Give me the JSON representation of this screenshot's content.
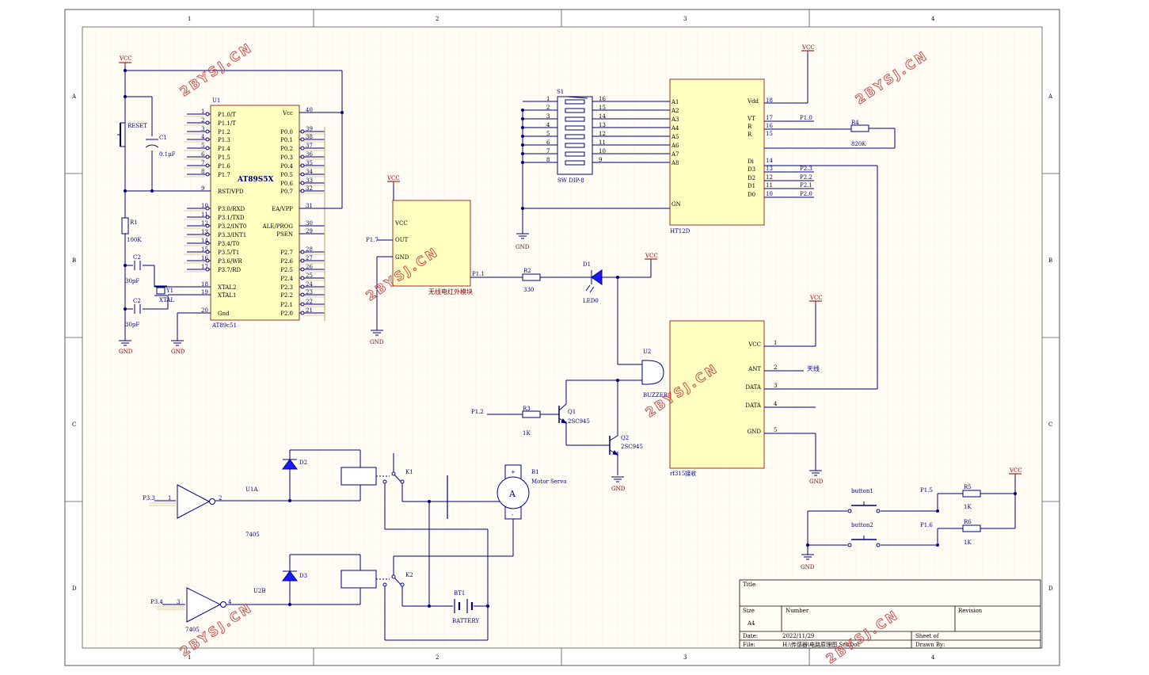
{
  "border": {
    "columns": [
      "1",
      "2",
      "3",
      "4"
    ],
    "rows": [
      "A",
      "B",
      "C",
      "D"
    ]
  },
  "watermark": "2BYSJ.CN",
  "power": {
    "vcc": "VCC",
    "gnd": "GND"
  },
  "mcu": {
    "designator": "U1",
    "name": "AT89S5X",
    "part": "AT89c51",
    "left_pins": [
      {
        "num": "1",
        "name": "P1.0/T"
      },
      {
        "num": "2",
        "name": "P1.1/T"
      },
      {
        "num": "3",
        "name": "P1.2"
      },
      {
        "num": "4",
        "name": "P1.3"
      },
      {
        "num": "5",
        "name": "P1.4"
      },
      {
        "num": "6",
        "name": "P1.5"
      },
      {
        "num": "7",
        "name": "P1.6"
      },
      {
        "num": "8",
        "name": "P1.7"
      },
      {
        "num": "9",
        "name": "RST/VPD"
      },
      {
        "num": "10",
        "name": "P3.0/RXD"
      },
      {
        "num": "11",
        "name": "P3.1/TXD"
      },
      {
        "num": "12",
        "name": "P3.2/INT0"
      },
      {
        "num": "13",
        "name": "P3.3/INT1"
      },
      {
        "num": "14",
        "name": "P3.4/T0"
      },
      {
        "num": "15",
        "name": "P3.5/T1"
      },
      {
        "num": "16",
        "name": "P3.6/WR"
      },
      {
        "num": "17",
        "name": "P3.7/RD"
      },
      {
        "num": "18",
        "name": "XTAL2"
      },
      {
        "num": "19",
        "name": "XTAL1"
      },
      {
        "num": "20",
        "name": "Gnd"
      }
    ],
    "right_pins": [
      {
        "num": "40",
        "name": "Vcc"
      },
      {
        "num": "39",
        "name": "P0.0"
      },
      {
        "num": "38",
        "name": "P0.1"
      },
      {
        "num": "37",
        "name": "P0.2"
      },
      {
        "num": "36",
        "name": "P0.3"
      },
      {
        "num": "35",
        "name": "P0.4"
      },
      {
        "num": "34",
        "name": "P0.5"
      },
      {
        "num": "33",
        "name": "P0.6"
      },
      {
        "num": "32",
        "name": "P0.7"
      },
      {
        "num": "31",
        "name": "EA/VPP"
      },
      {
        "num": "30",
        "name": "ALE/PROG"
      },
      {
        "num": "29",
        "name": "PSEN"
      },
      {
        "num": "28",
        "name": "P2.7"
      },
      {
        "num": "27",
        "name": "P2.6"
      },
      {
        "num": "26",
        "name": "P2.5"
      },
      {
        "num": "25",
        "name": "P2.4"
      },
      {
        "num": "24",
        "name": "P2.3"
      },
      {
        "num": "23",
        "name": "P2.2"
      },
      {
        "num": "22",
        "name": "P2.1"
      },
      {
        "num": "21",
        "name": "P2.0"
      }
    ]
  },
  "reset": {
    "label": "RESET"
  },
  "c1": {
    "designator": "C1",
    "value": "0.1μF"
  },
  "r1": {
    "designator": "R1",
    "value": "100K"
  },
  "c2a": {
    "designator": "C2",
    "value": "30pF"
  },
  "c2b": {
    "designator": "C2",
    "value": "30pF"
  },
  "y1": {
    "designator": "Y1",
    "value": "XTAL"
  },
  "ir": {
    "pins": [
      "VCC",
      "OUT",
      "GND"
    ],
    "name": "无线电红外模块",
    "net_out": "P1.7",
    "net_in": "P1.1"
  },
  "r2": {
    "designator": "R2",
    "value": "330"
  },
  "d1": {
    "designator": "D1",
    "value": "LED0"
  },
  "s1": {
    "designator": "S1",
    "value": "SW DIP-8",
    "left_pins": [
      "1",
      "2",
      "3",
      "4",
      "5",
      "6",
      "7",
      "8"
    ],
    "right_pins": [
      "16",
      "15",
      "14",
      "13",
      "12",
      "11",
      "10",
      "9"
    ]
  },
  "ht12d": {
    "name": "HT12D",
    "left_pins": [
      "A1",
      "A2",
      "A3",
      "A4",
      "A5",
      "A6",
      "A7",
      "A8"
    ],
    "gnd_pin": "GN",
    "right_pins": [
      {
        "num": "18",
        "name": "Vdd",
        "net": ""
      },
      {
        "num": "17",
        "name": "VT",
        "net": "P1.0"
      },
      {
        "num": "16",
        "name": "R",
        "net": ""
      },
      {
        "num": "15",
        "name": "R",
        "net": ""
      },
      {
        "num": "14",
        "name": "Di",
        "net": ""
      },
      {
        "num": "13",
        "name": "D3",
        "net": "P2.3"
      },
      {
        "num": "12",
        "name": "D2",
        "net": "P2.2"
      },
      {
        "num": "11",
        "name": "D1",
        "net": "P2.1"
      },
      {
        "num": "10",
        "name": "D0",
        "net": "P2.0"
      }
    ]
  },
  "r4": {
    "designator": "R4",
    "value": "820K"
  },
  "rf315": {
    "name": "rf315接收",
    "pins": [
      {
        "num": "1",
        "name": "VCC"
      },
      {
        "num": "2",
        "name": "ANT"
      },
      {
        "num": "3",
        "name": "DATA"
      },
      {
        "num": "4",
        "name": "DATA"
      },
      {
        "num": "5",
        "name": "GND"
      }
    ],
    "ant_label": "天线"
  },
  "u2": {
    "designator": "U2",
    "value": "BUZZER"
  },
  "q1": {
    "designator": "Q1",
    "value": "2SC945"
  },
  "q2": {
    "designator": "Q2",
    "value": "2SC945"
  },
  "r3": {
    "designator": "R3",
    "value": "1K",
    "net": "P1.2"
  },
  "driver_a": {
    "designator": "U1A",
    "part": "7405",
    "net": "P3.3",
    "in_pin": "1",
    "out_pin": "2"
  },
  "driver_b": {
    "designator": "U2B",
    "part": "7405",
    "net": "P3.4",
    "in_pin": "3",
    "out_pin": "4"
  },
  "d2": {
    "designator": "D2"
  },
  "d3": {
    "designator": "D3"
  },
  "k1": {
    "designator": "K1"
  },
  "k2": {
    "designator": "K2"
  },
  "motor": {
    "designator": "B1",
    "value": "Motor Servo",
    "symbol": "A",
    "plus": "+",
    "minus": "-"
  },
  "battery": {
    "designator": "BT1",
    "value": "BATTERY"
  },
  "buttons": [
    {
      "name": "button1",
      "net": "P1.5",
      "res": "R5",
      "res_value": "1K"
    },
    {
      "name": "button2",
      "net": "P1.6",
      "res": "R6",
      "res_value": "1K"
    }
  ],
  "title_block": {
    "title_label": "Title",
    "size_label": "Size",
    "size_value": "A4",
    "number_label": "Number",
    "revision_label": "Revision",
    "date_label": "Date:",
    "date_value": "2022/11/29",
    "sheet_label": "Sheet   of",
    "file_label": "File:",
    "file_value": "H:\\传感器\\电路原理图.SchDoc",
    "drawn_label": "Drawn By:"
  }
}
